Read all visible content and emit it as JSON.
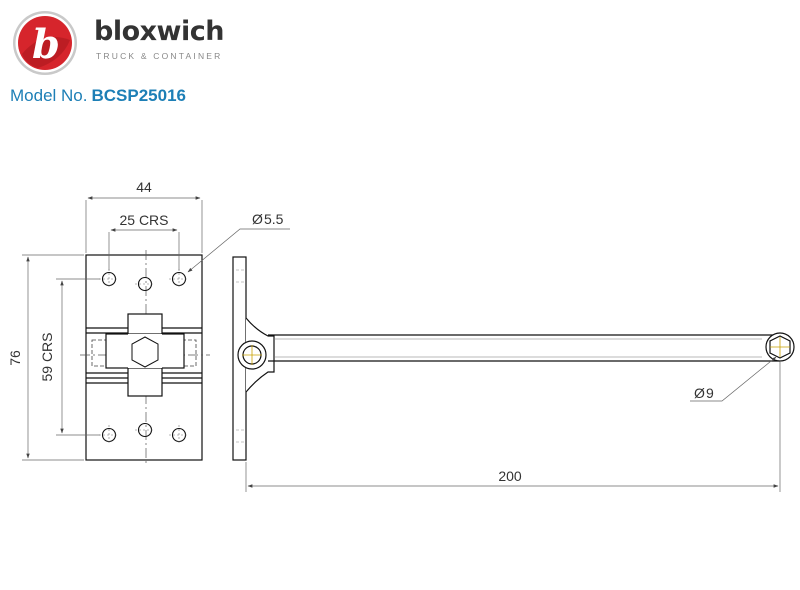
{
  "brand": {
    "name": "bloxwich",
    "tagline": "TRUCK & CONTAINER",
    "logo_letter": "b",
    "colors": {
      "red": "#d6252c",
      "dark_red": "#a3161c",
      "text": "#333333"
    }
  },
  "model": {
    "label": "Model No.",
    "number": "BCSP25016",
    "color": "#1d7fb6"
  },
  "dimensions": {
    "overall_width": "44",
    "hole_centres": "25 CRS",
    "hole_diameter": "5.5",
    "overall_height": "76",
    "vertical_centres": "59 CRS",
    "pin_diameter": "9",
    "arm_length": "200",
    "diameter_symbol": "Ø"
  }
}
